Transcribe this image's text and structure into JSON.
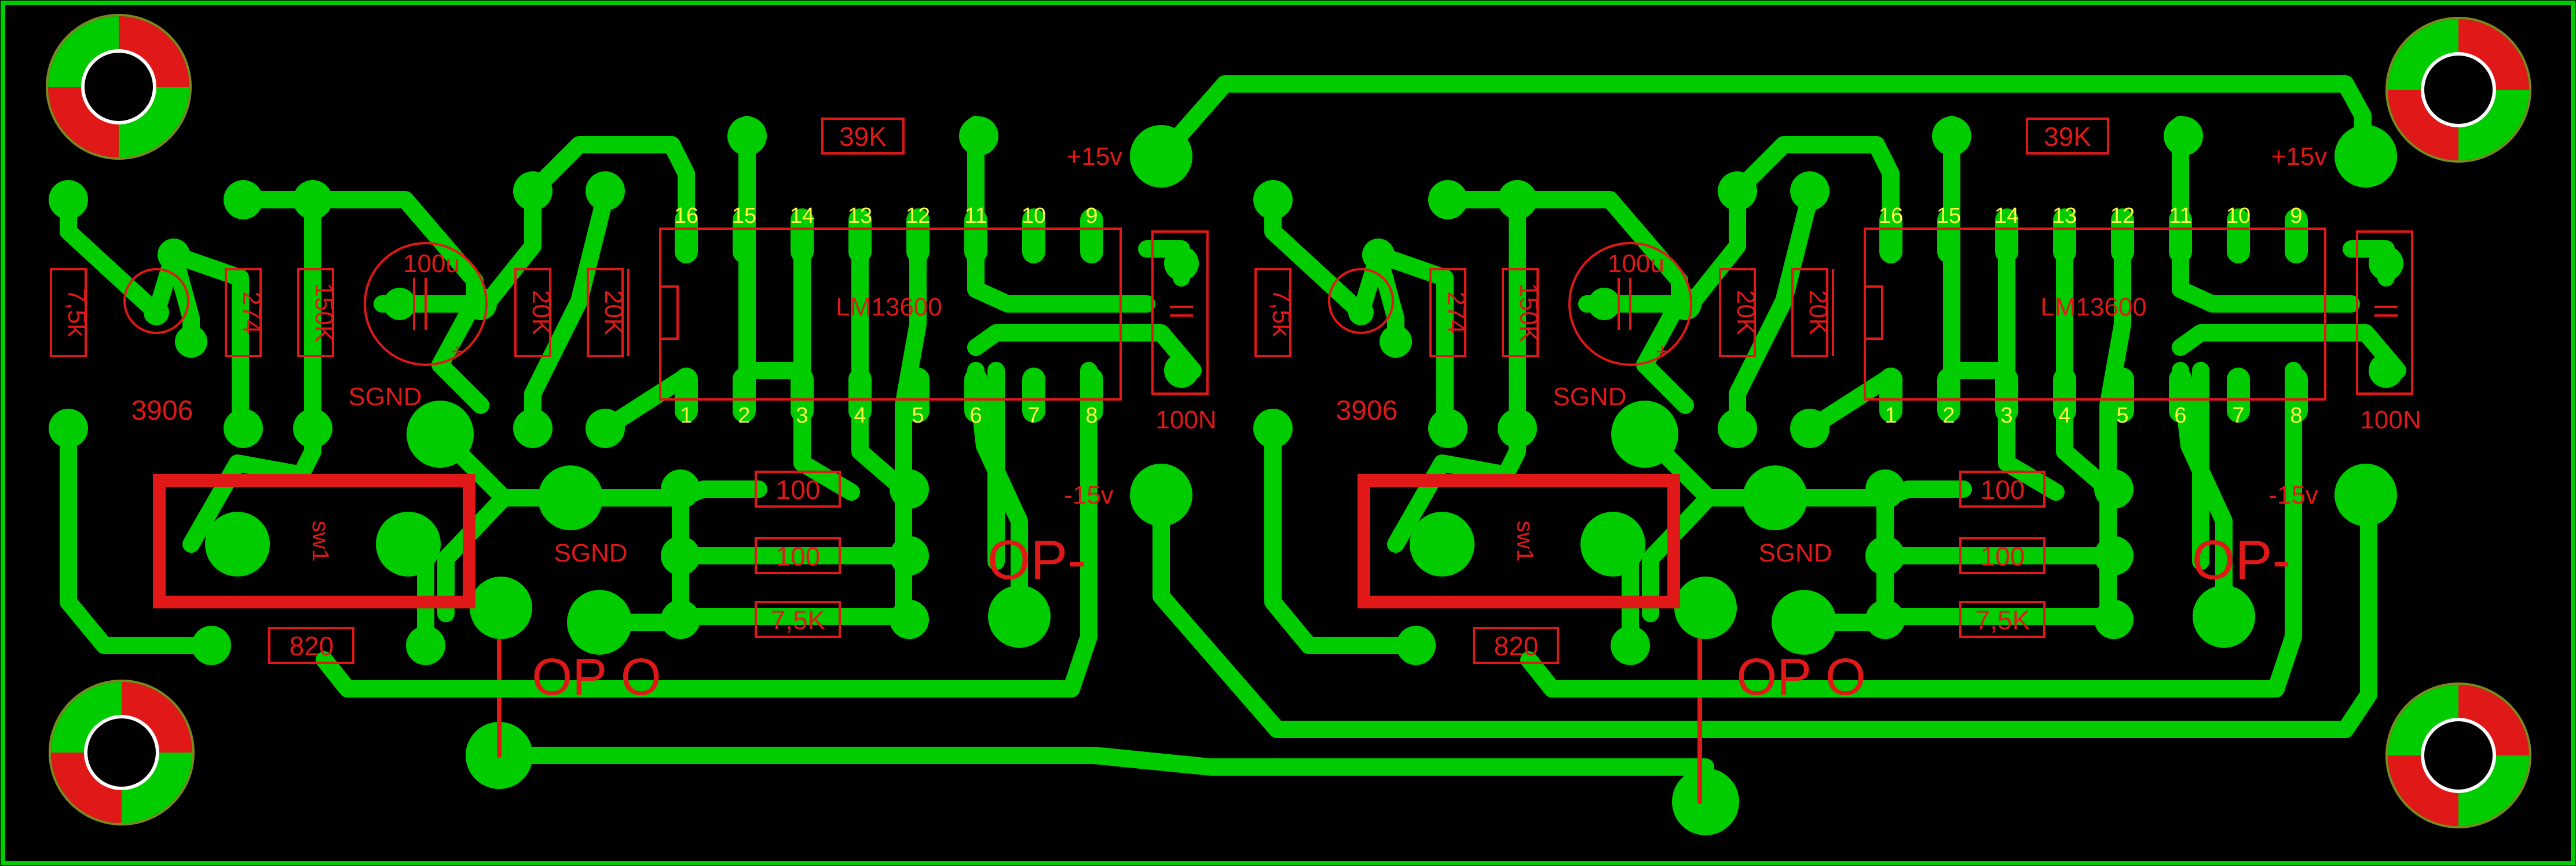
{
  "colors": {
    "background": "#000000",
    "copper": "#00cc00",
    "silkscreen": "#e01818",
    "pin_text": "#ffff44",
    "outline": "#00cc00"
  },
  "channels": [
    {
      "id": "left",
      "ic": {
        "name": "LM13600",
        "pins_top": [
          "16",
          "15",
          "14",
          "13",
          "12",
          "11",
          "10",
          "9"
        ],
        "pins_bottom": [
          "1",
          "2",
          "3",
          "4",
          "5",
          "6",
          "7",
          "8"
        ]
      },
      "resistors": {
        "r39k": "39K",
        "r7k5": "7,5k",
        "r274": "274",
        "r150k": "150K",
        "r20k_a": "20K",
        "r20k_b": "20K",
        "r100_a": "100",
        "r100_b": "100",
        "r7k5_b": "7,5K",
        "r820": "820"
      },
      "capacitors": {
        "c100u": "100u",
        "c100n": "100N"
      },
      "transistor": "3906",
      "switch": "sw1",
      "labels": {
        "sgnd_1": "SGND",
        "sgnd_2": "SGND",
        "plus15": "+15v",
        "minus15": "-15v",
        "op_minus": "OP-",
        "op_out": "OP O",
        "cap_plus": "+"
      }
    },
    {
      "id": "right",
      "ic": {
        "name": "LM13600",
        "pins_top": [
          "16",
          "15",
          "14",
          "13",
          "12",
          "11",
          "10",
          "9"
        ],
        "pins_bottom": [
          "1",
          "2",
          "3",
          "4",
          "5",
          "6",
          "7",
          "8"
        ]
      },
      "resistors": {
        "r39k": "39K",
        "r7k5": "7,5k",
        "r274": "274",
        "r150k": "150K",
        "r20k_a": "20K",
        "r20k_b": "20K",
        "r100_a": "100",
        "r100_b": "100",
        "r7k5_b": "7,5K",
        "r820": "820"
      },
      "capacitors": {
        "c100u": "100u",
        "c100n": "100N"
      },
      "transistor": "3906",
      "switch": "sw1",
      "labels": {
        "sgnd_1": "SGND",
        "sgnd_2": "SGND",
        "plus15": "+15v",
        "minus15": "-15v",
        "op_minus": "OP-",
        "op_out": "OP O",
        "cap_plus": "+"
      }
    }
  ]
}
